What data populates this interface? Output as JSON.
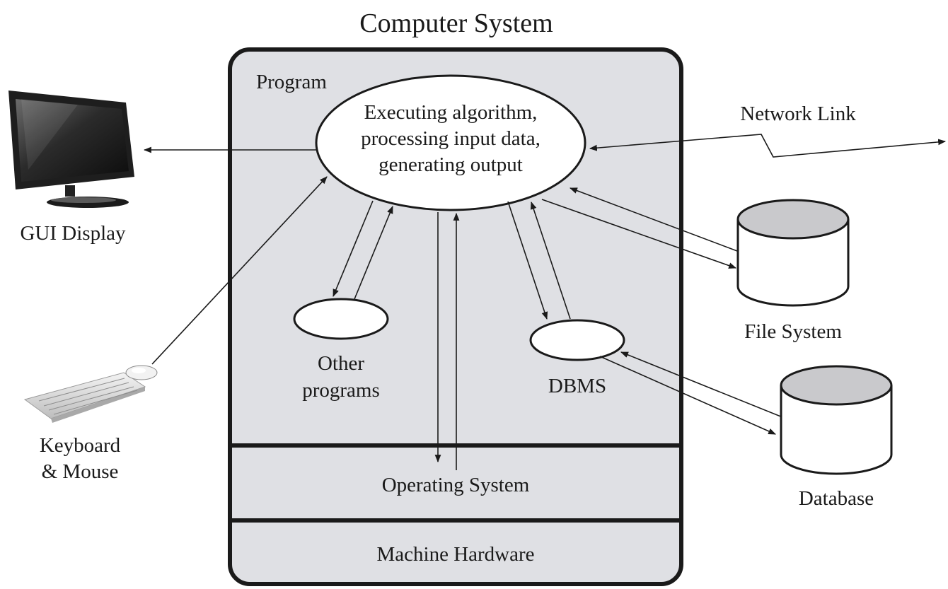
{
  "title": "Computer System",
  "program": {
    "label": "Program",
    "core_lines": [
      "Executing algorithm,",
      "processing input data,",
      "generating output"
    ]
  },
  "other_programs": [
    "Other",
    "programs"
  ],
  "dbms": "DBMS",
  "operating_system": "Operating System",
  "machine_hardware": "Machine Hardware",
  "network_link": "Network Link",
  "gui_display": "GUI Display",
  "keyboard_mouse": [
    "Keyboard",
    "& Mouse"
  ],
  "file_system": "File System",
  "database": "Database",
  "colors": {
    "system_fill": "#dfe0e4",
    "cylinder_top": "#c9c9cc",
    "outline": "#1a1a1a"
  }
}
